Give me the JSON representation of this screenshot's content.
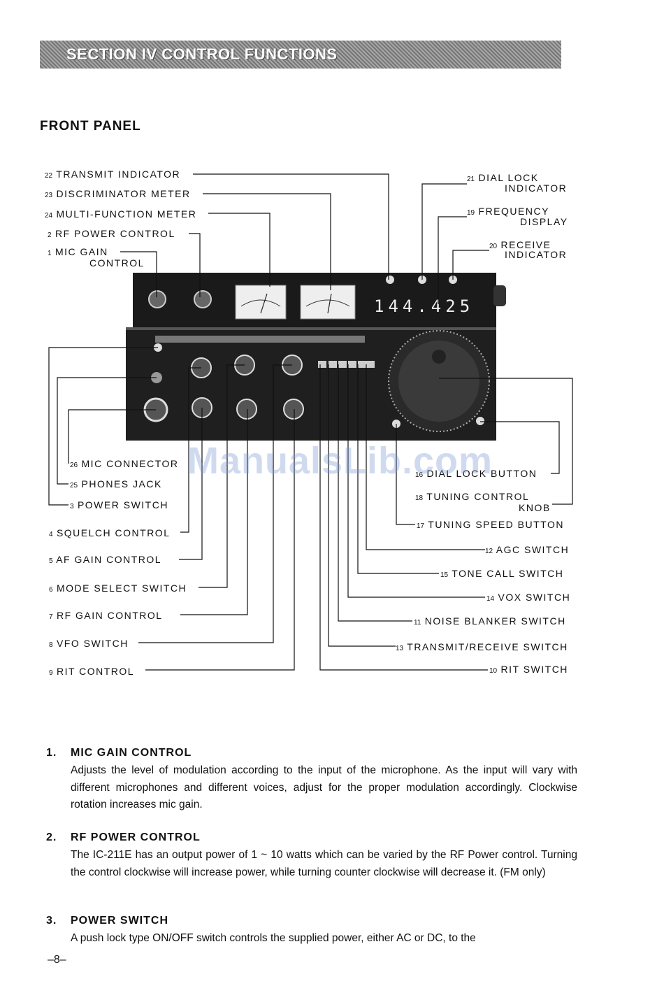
{
  "section_title": "SECTION IV CONTROL FUNCTIONS",
  "front_panel_title": "FRONT PANEL",
  "watermark": "ManualsLib.com",
  "callouts_left": [
    {
      "num": "22",
      "label": "TRANSMIT INDICATOR"
    },
    {
      "num": "23",
      "label": "DISCRIMINATOR METER"
    },
    {
      "num": "24",
      "label": "MULTI-FUNCTION METER"
    },
    {
      "num": "2",
      "label": "RF POWER CONTROL"
    },
    {
      "num": "1",
      "label": "MIC GAIN",
      "label2": "CONTROL"
    },
    {
      "num": "26",
      "label": "MIC CONNECTOR"
    },
    {
      "num": "25",
      "label": "PHONES JACK"
    },
    {
      "num": "3",
      "label": "POWER SWITCH"
    },
    {
      "num": "4",
      "label": "SQUELCH CONTROL"
    },
    {
      "num": "5",
      "label": "AF GAIN CONTROL"
    },
    {
      "num": "6",
      "label": "MODE SELECT SWITCH"
    },
    {
      "num": "7",
      "label": "RF GAIN CONTROL"
    },
    {
      "num": "8",
      "label": "VFO SWITCH"
    },
    {
      "num": "9",
      "label": "RIT CONTROL"
    }
  ],
  "callouts_right": [
    {
      "num": "21",
      "label": "DIAL LOCK",
      "label2": "INDICATOR"
    },
    {
      "num": "19",
      "label": "FREQUENCY",
      "label2": "DISPLAY"
    },
    {
      "num": "20",
      "label": "RECEIVE",
      "label2": "INDICATOR"
    },
    {
      "num": "16",
      "label": "DIAL LOCK BUTTON"
    },
    {
      "num": "18",
      "label": "TUNING CONTROL",
      "label2": "KNOB"
    },
    {
      "num": "17",
      "label": "TUNING SPEED BUTTON"
    },
    {
      "num": "12",
      "label": "AGC SWITCH"
    },
    {
      "num": "15",
      "label": "TONE CALL SWITCH"
    },
    {
      "num": "14",
      "label": "VOX SWITCH"
    },
    {
      "num": "11",
      "label": "NOISE BLANKER SWITCH"
    },
    {
      "num": "13",
      "label": "TRANSMIT/RECEIVE SWITCH"
    },
    {
      "num": "10",
      "label": "RIT SWITCH"
    }
  ],
  "display_digits": "144.425",
  "descriptions": [
    {
      "num": "1.",
      "heading": "MIC GAIN CONTROL",
      "text": "Adjusts the level of modulation according to the input of the microphone. As the input will vary with different microphones and different voices, adjust for the proper modulation accordingly. Clockwise rotation increases mic gain."
    },
    {
      "num": "2.",
      "heading": "RF POWER CONTROL",
      "text": "The IC-211E has an output power of 1 ~ 10 watts which can be varied by the RF Power control. Turning the control clockwise will increase power, while turning counter clockwise will decrease it. (FM only)"
    },
    {
      "num": "3.",
      "heading": "POWER SWITCH",
      "text": "A push lock type ON/OFF switch controls the supplied power, either AC or DC, to the"
    }
  ],
  "page_number": "–8–"
}
